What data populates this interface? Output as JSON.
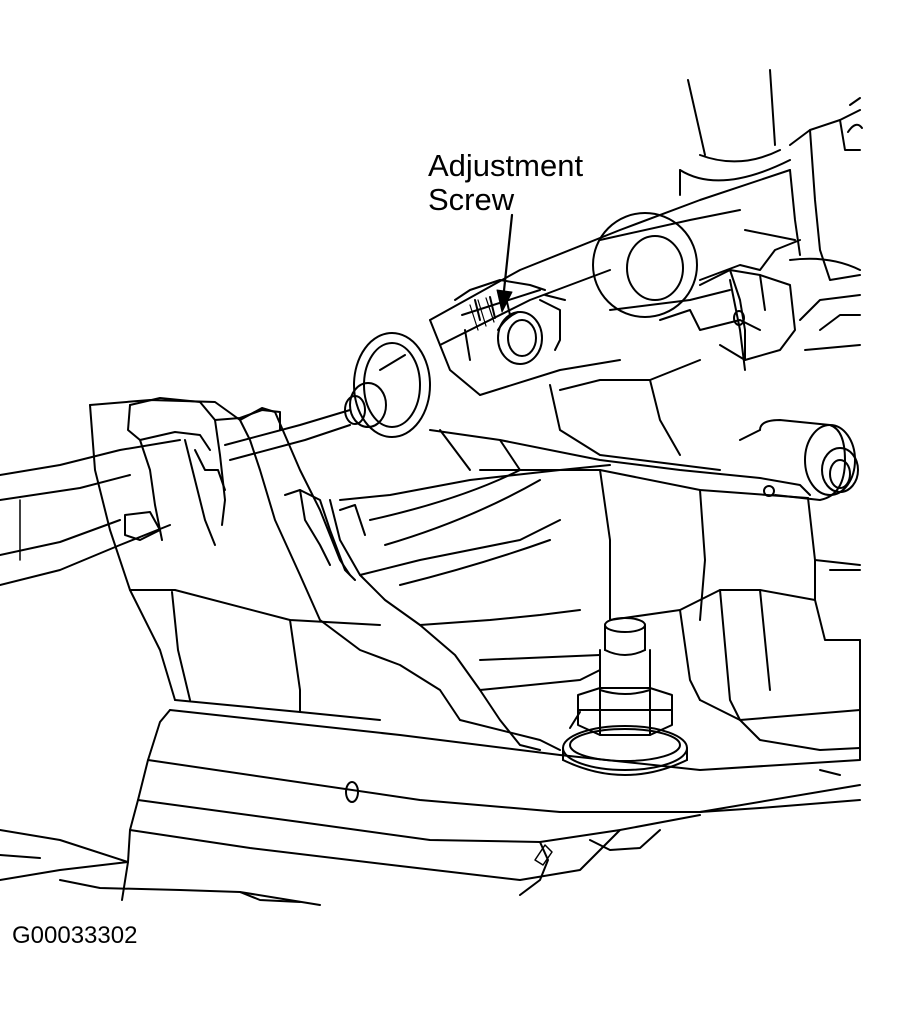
{
  "callout": {
    "line1": "Adjustment",
    "line2": "Screw"
  },
  "figure_id": "G00033302",
  "colors": {
    "ink": "#000000",
    "paper": "#ffffff"
  }
}
